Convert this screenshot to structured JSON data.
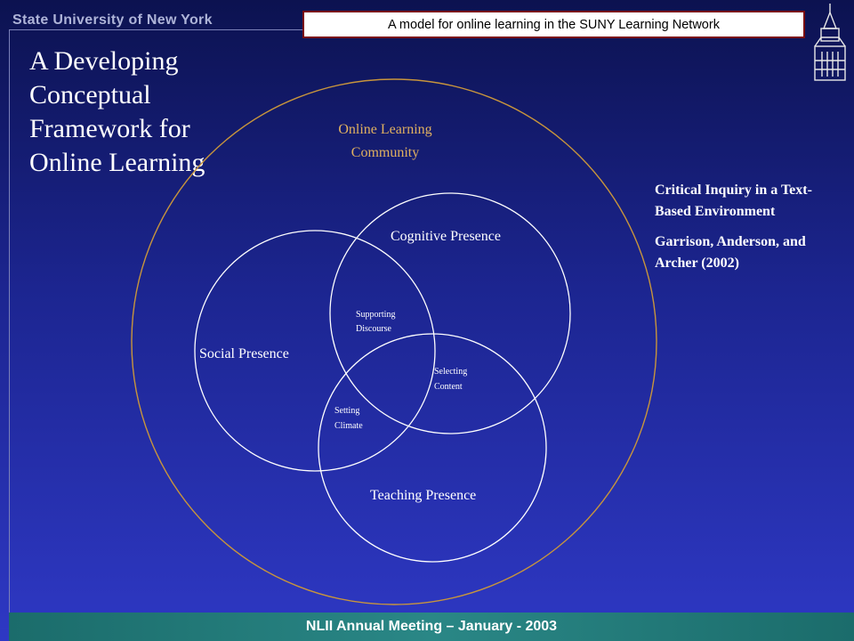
{
  "header": {
    "org_name": "State University of New York",
    "banner_text": "A model for online learning in the SUNY Learning Network"
  },
  "slide": {
    "title_lines": [
      "A Developing",
      "Conceptual",
      "Framework for",
      "Online Learning"
    ]
  },
  "diagram": {
    "outer_label_lines": [
      "Online Learning",
      "Community"
    ],
    "circles": {
      "cognitive": "Cognitive Presence",
      "social": "Social  Presence",
      "teaching": "Teaching  Presence"
    },
    "overlaps": {
      "supporting_discourse": [
        "Supporting",
        "Discourse"
      ],
      "selecting_content": [
        "Selecting",
        "Content"
      ],
      "setting_climate": [
        "Setting",
        "Climate"
      ]
    },
    "colors": {
      "outer_circle": "#c8953c",
      "outer_label": "#e0b060",
      "circle_stroke": "#ffffff"
    }
  },
  "reference": {
    "title": "Critical Inquiry in a Text-Based Environment",
    "authors": "Garrison, Anderson, and Archer (2002)"
  },
  "footer": {
    "text": "NLII Annual Meeting – January - 2003"
  },
  "logo": {
    "icon": "university-tower-icon"
  }
}
